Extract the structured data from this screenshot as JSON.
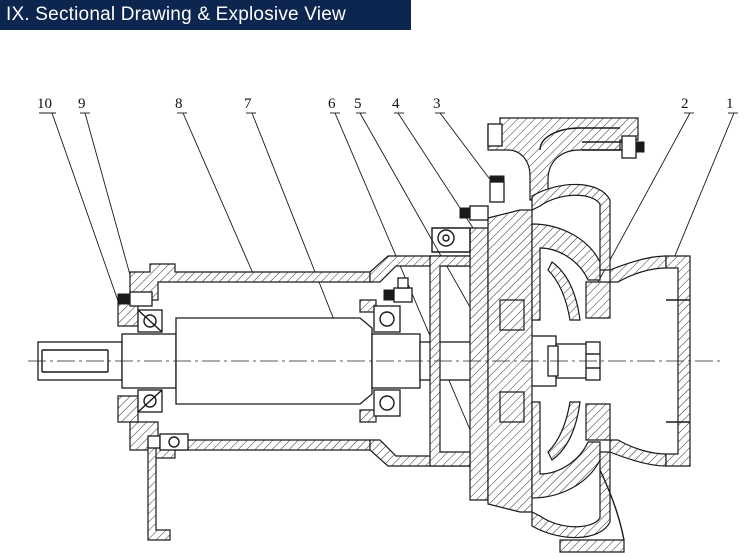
{
  "header": {
    "title": "IX. Sectional Drawing & Explosive View"
  },
  "colors": {
    "header_background": "#0d2650",
    "header_text": "#ffffff",
    "line_color": "#1a1a1a"
  },
  "callouts": [
    {
      "label": "1"
    },
    {
      "label": "2"
    },
    {
      "label": "3"
    },
    {
      "label": "4"
    },
    {
      "label": "5"
    },
    {
      "label": "6"
    },
    {
      "label": "7"
    },
    {
      "label": "8"
    },
    {
      "label": "9"
    },
    {
      "label": "10"
    }
  ]
}
